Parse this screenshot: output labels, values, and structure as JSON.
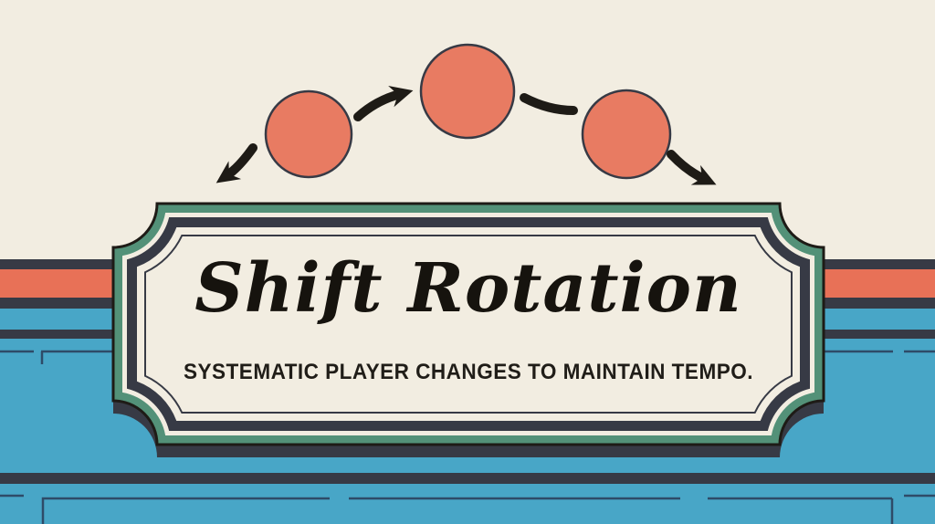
{
  "poster": {
    "title": "Shift Rotation",
    "subtitle": "SYSTEMATIC PLAYER CHANGES TO MAINTAIN TEMPO."
  },
  "motif": {
    "player_circles": 3,
    "icons": {
      "player-circle-icon": "coral filled circle with dark outline",
      "rotation-arrow-left-icon": "curved stroke, arrowhead pointing down-left",
      "rotation-arrow-upright-icon": "curved stroke, arrowhead pointing up-right",
      "rotation-arc-dash-icon": "short thick arc segment",
      "rotation-arrow-downright-icon": "curved stroke, arrowhead pointing down-right"
    }
  },
  "colors": {
    "cream": "#F2EDE1",
    "coral": "#E87B62",
    "coral_stripe": "#E87157",
    "navy": "#373A45",
    "blue": "#48A6C7",
    "green": "#539178",
    "panel_line": "#2E4B68",
    "ink": "#1E1B16",
    "title_ink": "#16130E",
    "subtitle_ink": "#201D18"
  }
}
